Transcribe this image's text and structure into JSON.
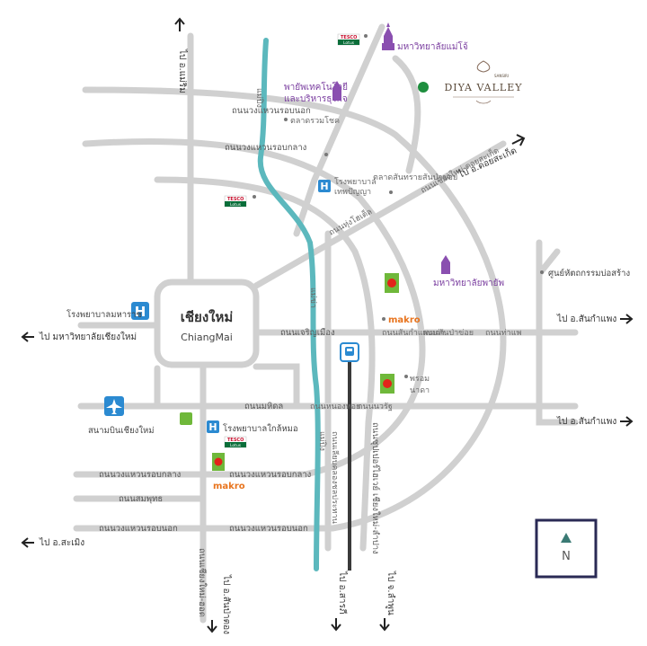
{
  "map": {
    "city": {
      "thai": "เชียงใหม่",
      "english": "ChiangMai"
    },
    "project": {
      "brand": "DIYA VALLEY",
      "developer": "SANSIRI"
    },
    "compass": {
      "letter": "N"
    },
    "roads": {
      "outer_ring_north": "ถนนวงแหวนรอบนอก",
      "middle_ring_north": "ถนนวงแหวนรอบกลาง",
      "middle_ring_south_left": "ถนนวงแหวนรอบกลาง",
      "middle_ring_south_right": "ถนนวงแหวนรอบกลาง",
      "outer_ring_south": "ถนนวงแหวนรอบนอก",
      "sanpatong_road": "ถนนสมพุทธ",
      "changklan": "ถนนเจริญเมือง",
      "mahidol": "ถนนมหิดล",
      "superhighway_cm_lampang": "ถนนซุปเปอร์ไฮเวย์ เชียงใหม่-ลำปาง",
      "chiangmai_hod": "ถนนเชียงใหม่-ฮอด",
      "mae_kha": "แม่ข่า",
      "ping_river_north": "แม่ปิง",
      "ping_river_south": "แม่ปิง",
      "canal_road": "ถนนเลียบคลองชลประทาน",
      "nong_hoi": "ถนนหนองหอย",
      "sanpatong_mid": "ถนนสันกำแพงเก่า",
      "thep_phanom": "ถนนทุ่งโฮเต็ล",
      "nawarat": "ถนนนวรัฐ",
      "san_pa_khoi": "ถนนสันป่าข่อย",
      "tha_phae": "ถนนท่าแพ",
      "doi_saket": "ถนนเชียงใหม่-ดอยสะเก็ด"
    },
    "directions": {
      "mae_rim": "ไป อ.แม่ริม",
      "doi_saket": "ไป อ.ดอยสะเก็ด",
      "sankamphaeng_upper": "ไป อ.สันกำแพง",
      "sankamphaeng_lower": "ไป อ.สันกำแพง",
      "cmu": "ไป มหาวิทยาลัยเชียงใหม่",
      "samoeng": "ไป อ.สะเมิง",
      "sanpatong": "ไป อ.สันป่าตอง",
      "saraphi": "ไป อ.สารภี",
      "lamphun": "ไป จ.ลำพูน"
    },
    "pois": {
      "mae_jo_university": "มหาวิทยาลัยแม่โจ้",
      "payap_tech": "พายัพเทคโนโลยี",
      "payap_tech_2": "และบริหารธุรกิจ",
      "ruamchok_market": "ตลาดรวมโชค",
      "sansai_market": "ตลาดสันทรายสันป่าข่อย",
      "theppanya_hospital": "โรงพยาบาล",
      "theppanya_hospital_2": "เทพปัญญา",
      "payap_university": "มหาวิทยาลัยพายัพ",
      "bosang": "ศูนย์หัตถกรรมบ่อสร้าง",
      "maharaj_hospital": "โรงพยาบาลมหาราช",
      "airport": "สนามบินเชียงใหม่",
      "nakornping_hospital": "โรงพยาบาลใกล้หมอ",
      "makro_north": "makro",
      "makro_south": "makro",
      "kad_farang": "พรอม",
      "kad_farang_2": "นาดา",
      "sansai_kong": "ถนนสันทราย",
      "sankamphaeng_mid": "ถนนสันกำแพง",
      "tesco_lotus": "TESCO Lotus"
    },
    "colors": {
      "road": "#d0d0d0",
      "river": "#5cb8bd",
      "rail": "#3a3a3a",
      "purple": "#8a4fb0",
      "hospital": "#2b8ad1",
      "green_dot": "#1e8e3e",
      "compass_border": "#2a2a55",
      "compass_arrow": "#3a7a74",
      "makro": "#e8741e"
    }
  }
}
